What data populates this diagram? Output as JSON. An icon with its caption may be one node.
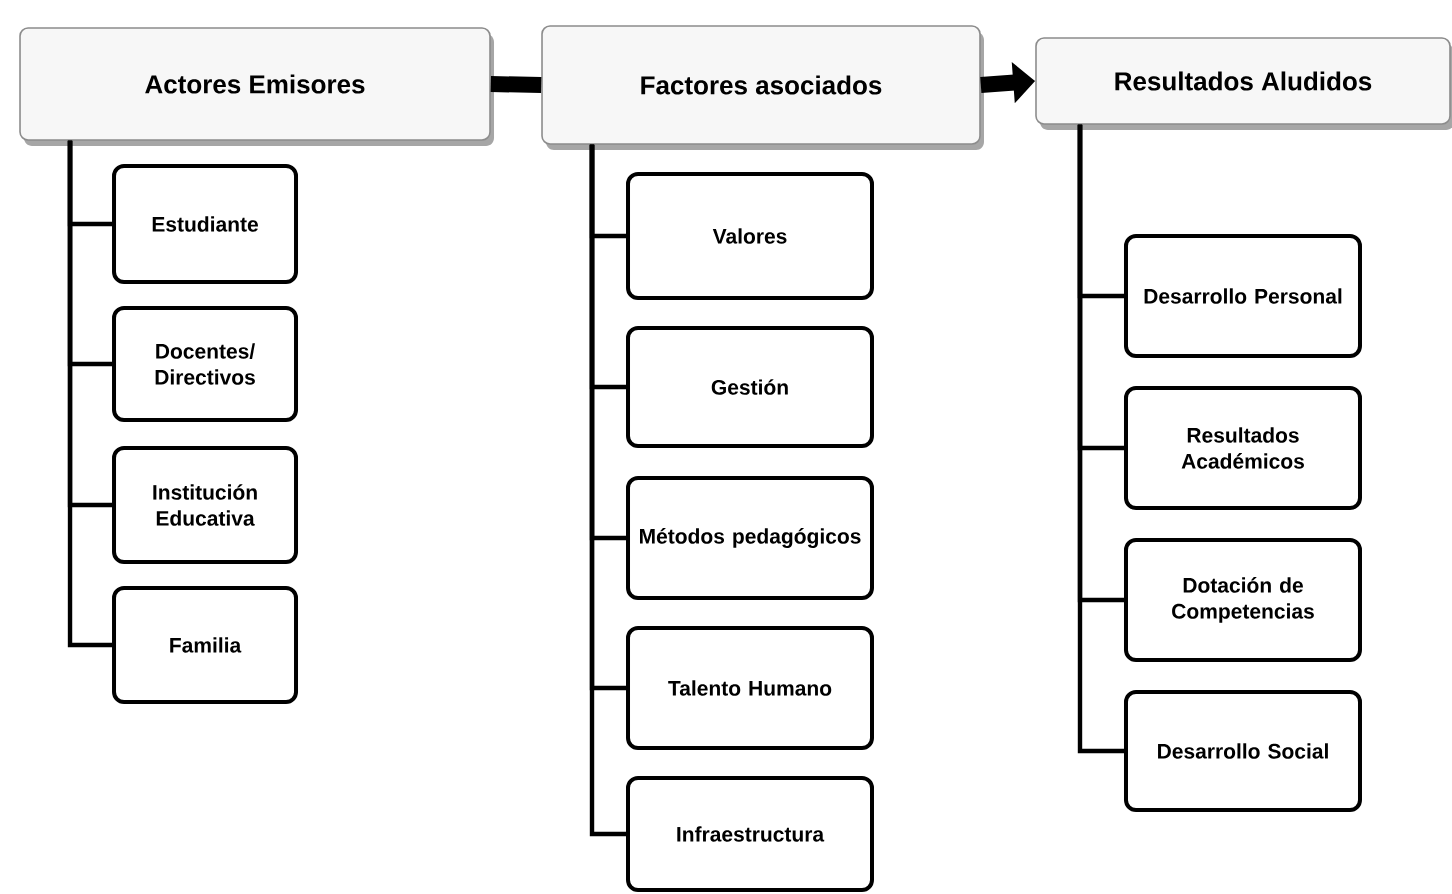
{
  "diagram": {
    "nodes": [
      {
        "text": [
          "Actores Emisores"
        ]
      },
      {
        "text": [
          "Estudiante"
        ]
      },
      {
        "text": [
          "Docentes/ Directivos"
        ]
      },
      {
        "text": [
          "Institución Educativa"
        ]
      },
      {
        "text": [
          "Familia"
        ]
      },
      {
        "text": [
          "Factores asociados"
        ]
      },
      {
        "text": [
          "Valores"
        ]
      },
      {
        "text": [
          "Gestión"
        ]
      },
      {
        "text": [
          "Métodos pedagógicos"
        ]
      },
      {
        "text": [
          "Talento Humano"
        ]
      },
      {
        "text": [
          "Infraestructura"
        ]
      },
      {
        "text": [
          "Resultados Aludidos"
        ]
      },
      {
        "text": [
          "Desarrollo Personal"
        ]
      },
      {
        "text": [
          "Resultados Académicos"
        ]
      },
      {
        "text": [
          "Dotación de Competencias"
        ]
      },
      {
        "text": [
          "Desarrollo Social"
        ]
      }
    ],
    "edges": [
      {
        "from": 0,
        "to": 5,
        "arrow": "none",
        "style": "thick"
      },
      {
        "from": 5,
        "to": 11,
        "arrow": "to",
        "style": "thick"
      },
      {
        "from": 0,
        "to": 1,
        "arrow": "none"
      },
      {
        "from": 0,
        "to": 2,
        "arrow": "none"
      },
      {
        "from": 0,
        "to": 3,
        "arrow": "none"
      },
      {
        "from": 0,
        "to": 4,
        "arrow": "none"
      },
      {
        "from": 5,
        "to": 6,
        "arrow": "none"
      },
      {
        "from": 5,
        "to": 7,
        "arrow": "none"
      },
      {
        "from": 5,
        "to": 8,
        "arrow": "none"
      },
      {
        "from": 5,
        "to": 9,
        "arrow": "none"
      },
      {
        "from": 5,
        "to": 10,
        "arrow": "none"
      },
      {
        "from": 11,
        "to": 12,
        "arrow": "none"
      },
      {
        "from": 11,
        "to": 13,
        "arrow": "none"
      },
      {
        "from": 11,
        "to": 14,
        "arrow": "none"
      },
      {
        "from": 11,
        "to": 15,
        "arrow": "none"
      }
    ]
  }
}
